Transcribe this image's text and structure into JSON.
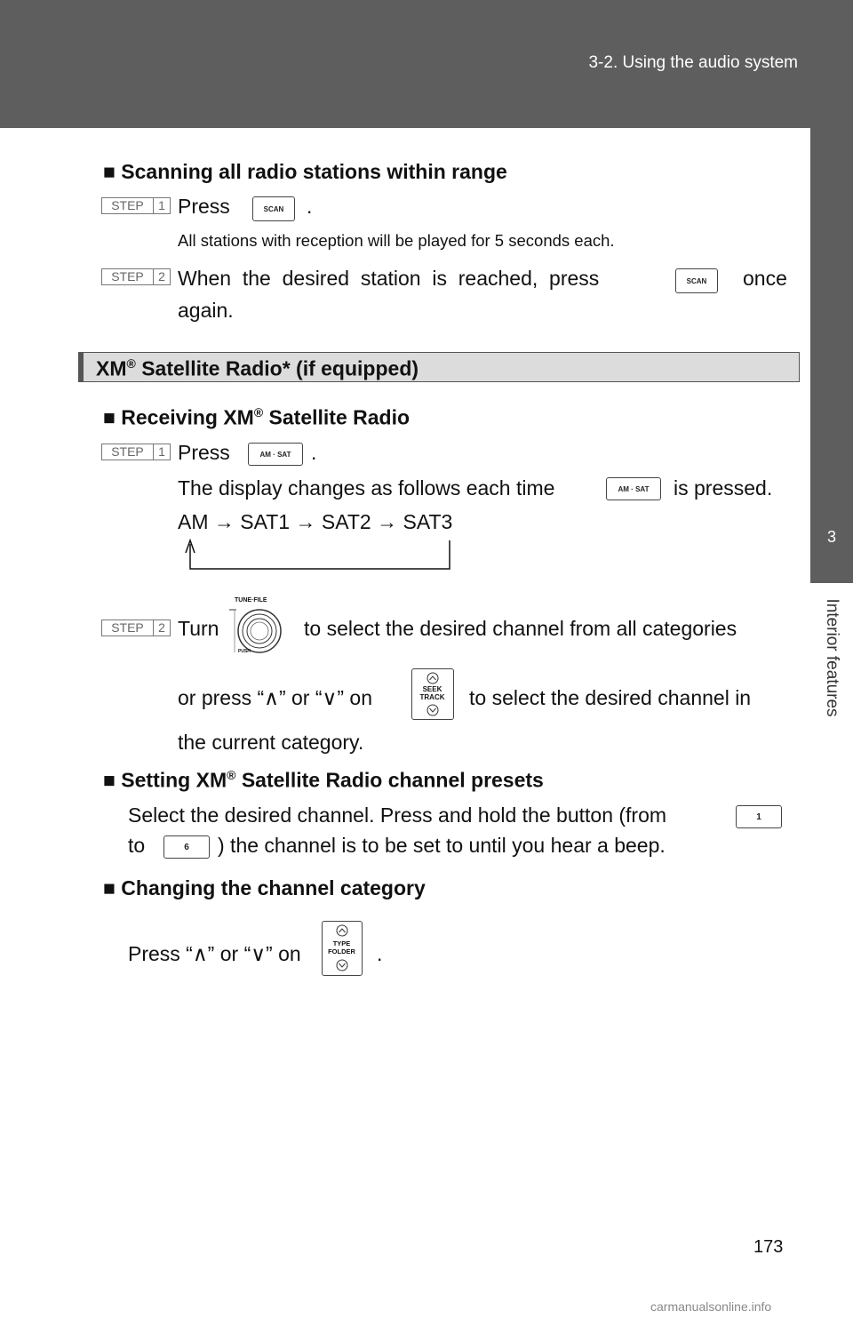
{
  "header": {
    "title": "3-2. Using the audio system"
  },
  "sidebar": {
    "chapter_number": "3",
    "chapter_label": "Interior features"
  },
  "step_label": "STEP",
  "scan_section": {
    "heading": "■ Scanning all radio stations within range",
    "step1": {
      "number": "1",
      "text_before": "Press",
      "text_after": ".",
      "button": "SCAN",
      "note": "All stations with reception will be played for 5 seconds each."
    },
    "step2": {
      "number": "2",
      "text_before": "When  the  desired  station  is  reached,  press",
      "text_after": "once",
      "line2": "again.",
      "button": "SCAN"
    }
  },
  "xm_section": {
    "title_prefix": "XM",
    "reg": "®",
    "title_suffix": " Satellite Radio* (if equipped)",
    "receiving": {
      "heading_prefix": "■ Receiving XM",
      "heading_suffix": " Satellite Radio",
      "step1": {
        "number": "1",
        "text_before": "Press",
        "text_after": ".",
        "button": "AM · SAT",
        "line2_before": "The display changes as follows each time",
        "line2_after": "is pressed.",
        "sequence": "AM → SAT1 → SAT2 → SAT3"
      },
      "step2": {
        "number": "2",
        "text_turn": "Turn",
        "text_after_knob": "to select the desired channel from all categories",
        "line2_before": "or press “∧” or “∨” on",
        "line2_after": "to select the desired channel in",
        "line3": "the current category.",
        "knob_top_label": "TUNE·FILE",
        "knob_bottom_label": "PUSH",
        "seek_label_1": "SEEK",
        "seek_label_2": "TRACK"
      }
    },
    "presets": {
      "heading_prefix": "■ Setting XM",
      "heading_suffix": " Satellite Radio channel presets",
      "line1": "Select the desired channel. Press and hold the button (from",
      "line2_prefix": "to",
      "line2_suffix": ") the channel is to be set to until you hear a beep.",
      "button_from": "1",
      "button_to": "6"
    },
    "category": {
      "heading": "■ Changing the channel category",
      "text_before": "Press “∧” or “∨” on",
      "text_after": ".",
      "type_label_1": "TYPE",
      "type_label_2": "FOLDER"
    }
  },
  "page_number": "173",
  "footer": "carmanualsonline.info"
}
